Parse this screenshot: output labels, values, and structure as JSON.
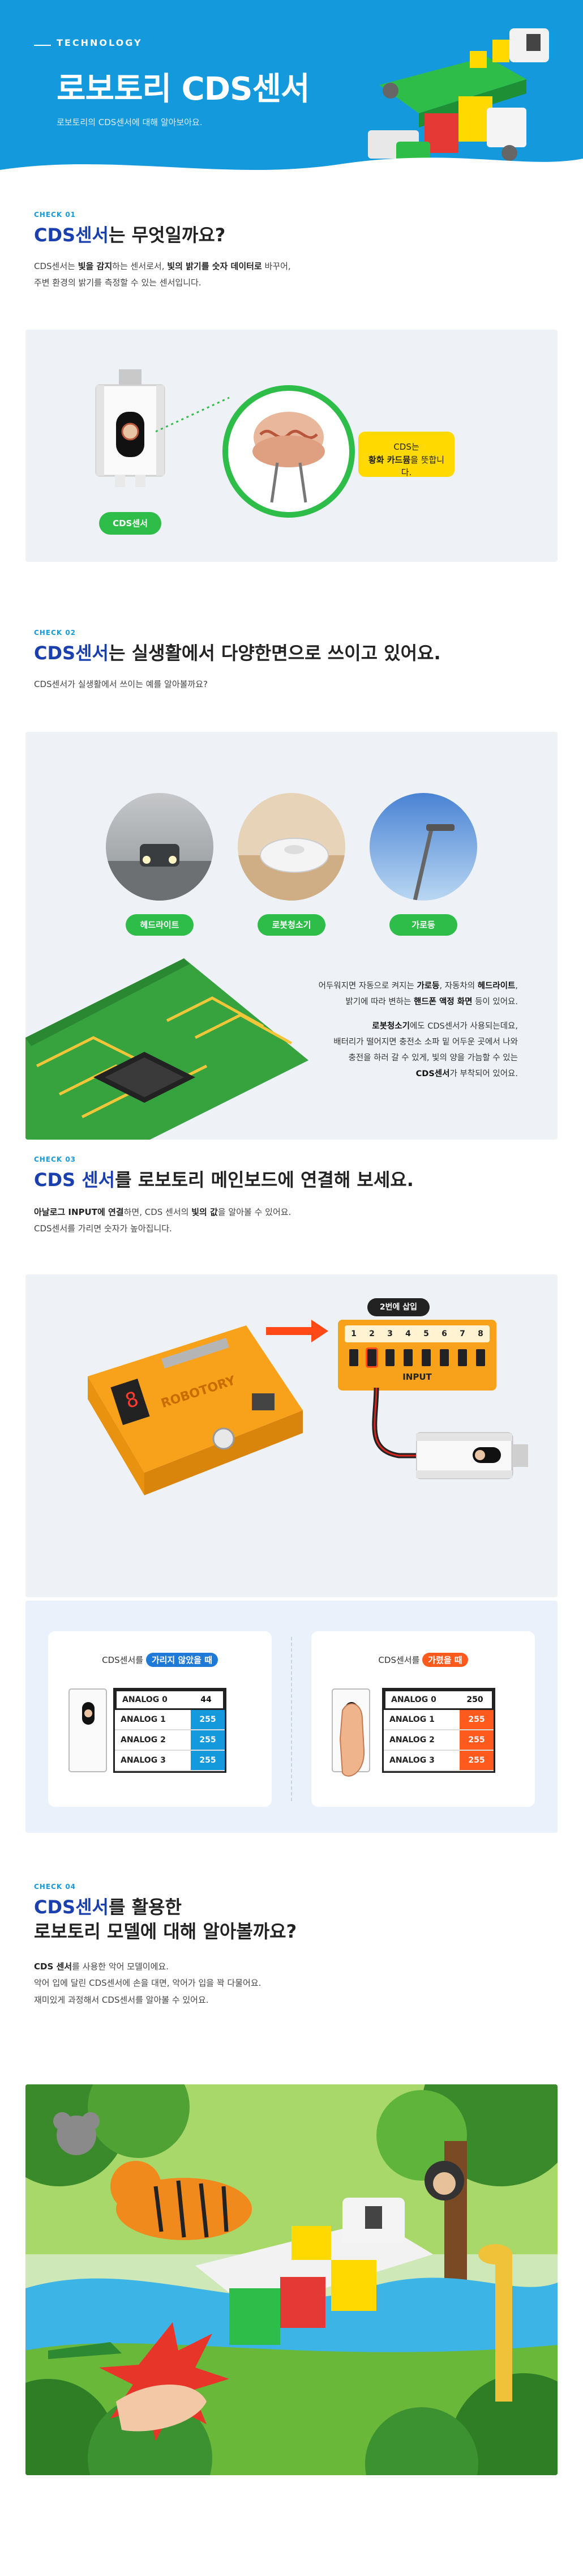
{
  "hero": {
    "eyebrow": "TECHNOLOGY",
    "title": "로보토리 CDS센서",
    "subtitle": "로보토리의 CDS센서에 대해 알아보아요."
  },
  "check1": {
    "label": "CHECK 01",
    "title_b": "CDS센서",
    "title_rest": "는 무엇일까요?",
    "body_line1_a": "CDS센서는 ",
    "body_line1_b1": "빛을 감지",
    "body_line1_c": "하는 센서로서, ",
    "body_line1_b2": "빛의 밝기를 숫자 데이터로",
    "body_line1_d": " 바꾸어,",
    "body_line2": "주변 환경의 밝기를 측정할 수 있는 센서입니다.",
    "pill": "CDS센서",
    "note_line1": "CDS는",
    "note_b": "황화 카드뮴",
    "note_rest": "을 뜻합니다."
  },
  "check2": {
    "label": "CHECK 02",
    "title_b": "CDS센서",
    "title_rest": "는 실생활에서 다양한면으로 쓰이고 있어요.",
    "body": "CDS센서가 실생활에서 쓰이는 예를 알아볼까요?",
    "items": [
      "헤드라이트",
      "로봇청소기",
      "가로등"
    ],
    "info_l1_a": "어두워지면 자동으로 켜지는 ",
    "info_l1_b1": "가로등",
    "info_l1_c": ", 자동차의 ",
    "info_l1_b2": "헤드라이트",
    "info_l1_d": ",",
    "info_l2_a": "밝기에 따라 변하는 ",
    "info_l2_b": "핸드폰 액정 화면",
    "info_l2_c": " 등이 있어요.",
    "info_l3_b": "로봇청소기",
    "info_l3_rest": "에도 CDS센서가 사용되는데요,",
    "info_l4": "배터리가 떨어지면 충전소 소파 밑 어두운 곳에서 나와",
    "info_l5": "충전을 하러 갈 수 있게, 빛의 양을 가늠할 수 있는",
    "info_l6_b": "CDS센서",
    "info_l6_rest": "가 부착되어 있어요."
  },
  "check3": {
    "label": "CHECK 03",
    "title_b1": "CDS 센서",
    "title_mid": "를 로보토리 ",
    "title_b2": "메인보드에 연결",
    "title_end": "해 보세요.",
    "body_l1_b1": "아날로그 INPUT에 연결",
    "body_l1_mid": "하면, CDS 센서의 ",
    "body_l1_b2": "빛의 값",
    "body_l1_end": "을 알아볼 수 있어요.",
    "body_l2": "CDS센서를 가리면 숫자가 높아집니다.",
    "port_badge": "2번에 삽입",
    "port_numbers": [
      "1",
      "2",
      "3",
      "4",
      "5",
      "6",
      "7",
      "8"
    ],
    "port_label": "INPUT",
    "board_label": "Robotory",
    "board_brand": "ROBOTORY",
    "left_caption_pre": "CDS센서를 ",
    "left_caption_tag": "가리지 않았을 때",
    "right_caption_pre": "CDS센서를 ",
    "right_caption_tag": "가렸을 때",
    "left_rows": [
      {
        "k": "ANALOG 0",
        "v": "44"
      },
      {
        "k": "ANALOG 1",
        "v": "255"
      },
      {
        "k": "ANALOG 2",
        "v": "255"
      },
      {
        "k": "ANALOG 3",
        "v": "255"
      }
    ],
    "right_rows": [
      {
        "k": "ANALOG 0",
        "v": "250"
      },
      {
        "k": "ANALOG 1",
        "v": "255"
      },
      {
        "k": "ANALOG 2",
        "v": "255"
      },
      {
        "k": "ANALOG 3",
        "v": "255"
      }
    ]
  },
  "check4": {
    "label": "CHECK 04",
    "title_b": "CDS센서",
    "title_l1_rest": "를 활용한",
    "title_l2": "로보토리 모델에 대해 알아볼까요?",
    "body_l1_b": "CDS 센서",
    "body_l1_rest": "를 사용한 악어 모델이에요.",
    "body_l2": "악어 입에 달린 CDS센서에 손을 대면, 악어가 입을 꽉 다물어요.",
    "body_l3": "재미있게 과정해서 CDS센서를 알아볼 수 있어요."
  },
  "colors": {
    "primary_blue": "#1499dc",
    "title_navy": "#1a3fae",
    "green": "#2fbd4a",
    "yellow": "#ffd900",
    "orange": "#ff5a1e"
  }
}
